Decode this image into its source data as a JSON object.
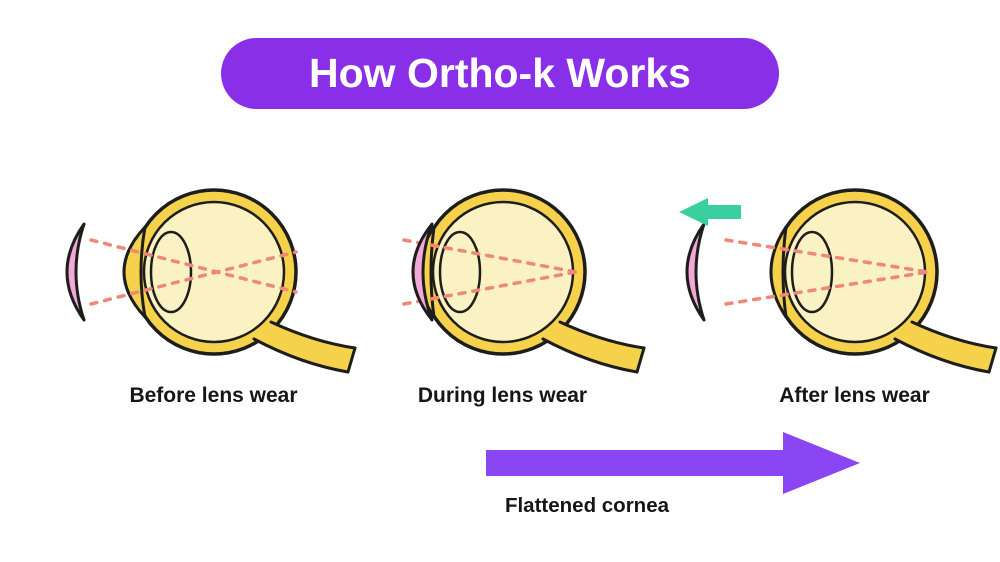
{
  "title": "How Ortho-k Works",
  "panels": [
    {
      "label": "Before lens wear"
    },
    {
      "label": "During lens wear"
    },
    {
      "label": "After lens wear"
    }
  ],
  "flattened_cornea_label": "Flattened cornea",
  "colors": {
    "banner": "#8A2FE8",
    "flatten-arrow": "#8A46F2",
    "removal-arrow": "#39CF9E",
    "eye-ring": "#F6D14B",
    "eye-fill": "#FBF2C4",
    "lens-pink": "#F2A9D8",
    "ray": "#F08878",
    "outline": "#1D1D1B",
    "text": "#15151A",
    "background": "#FFFFFF",
    "title-text": "#FFFFFF"
  }
}
